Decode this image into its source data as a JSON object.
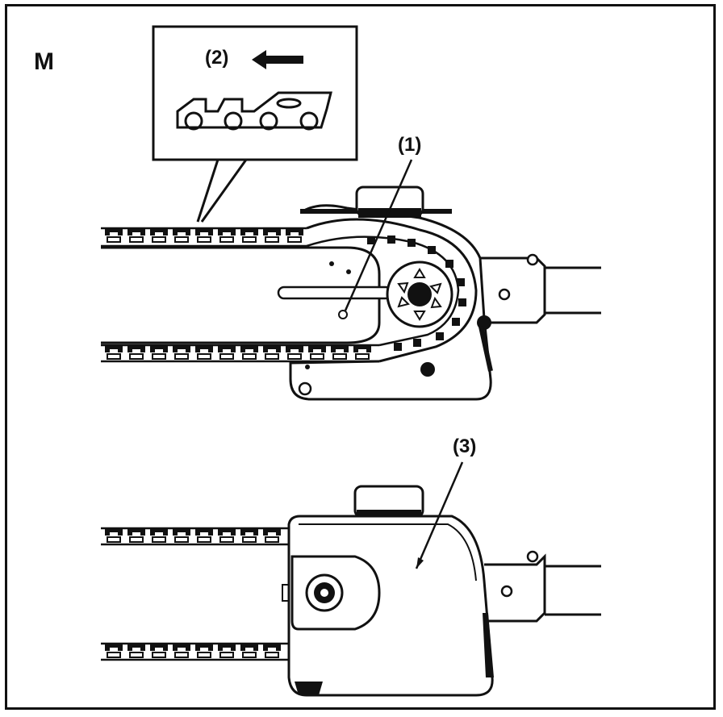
{
  "figure": {
    "letter": "M",
    "callouts": {
      "c1": "(1)",
      "c2": "(2)",
      "c3": "(3)"
    }
  },
  "colors": {
    "ink": "#111111",
    "paper": "#ffffff"
  }
}
